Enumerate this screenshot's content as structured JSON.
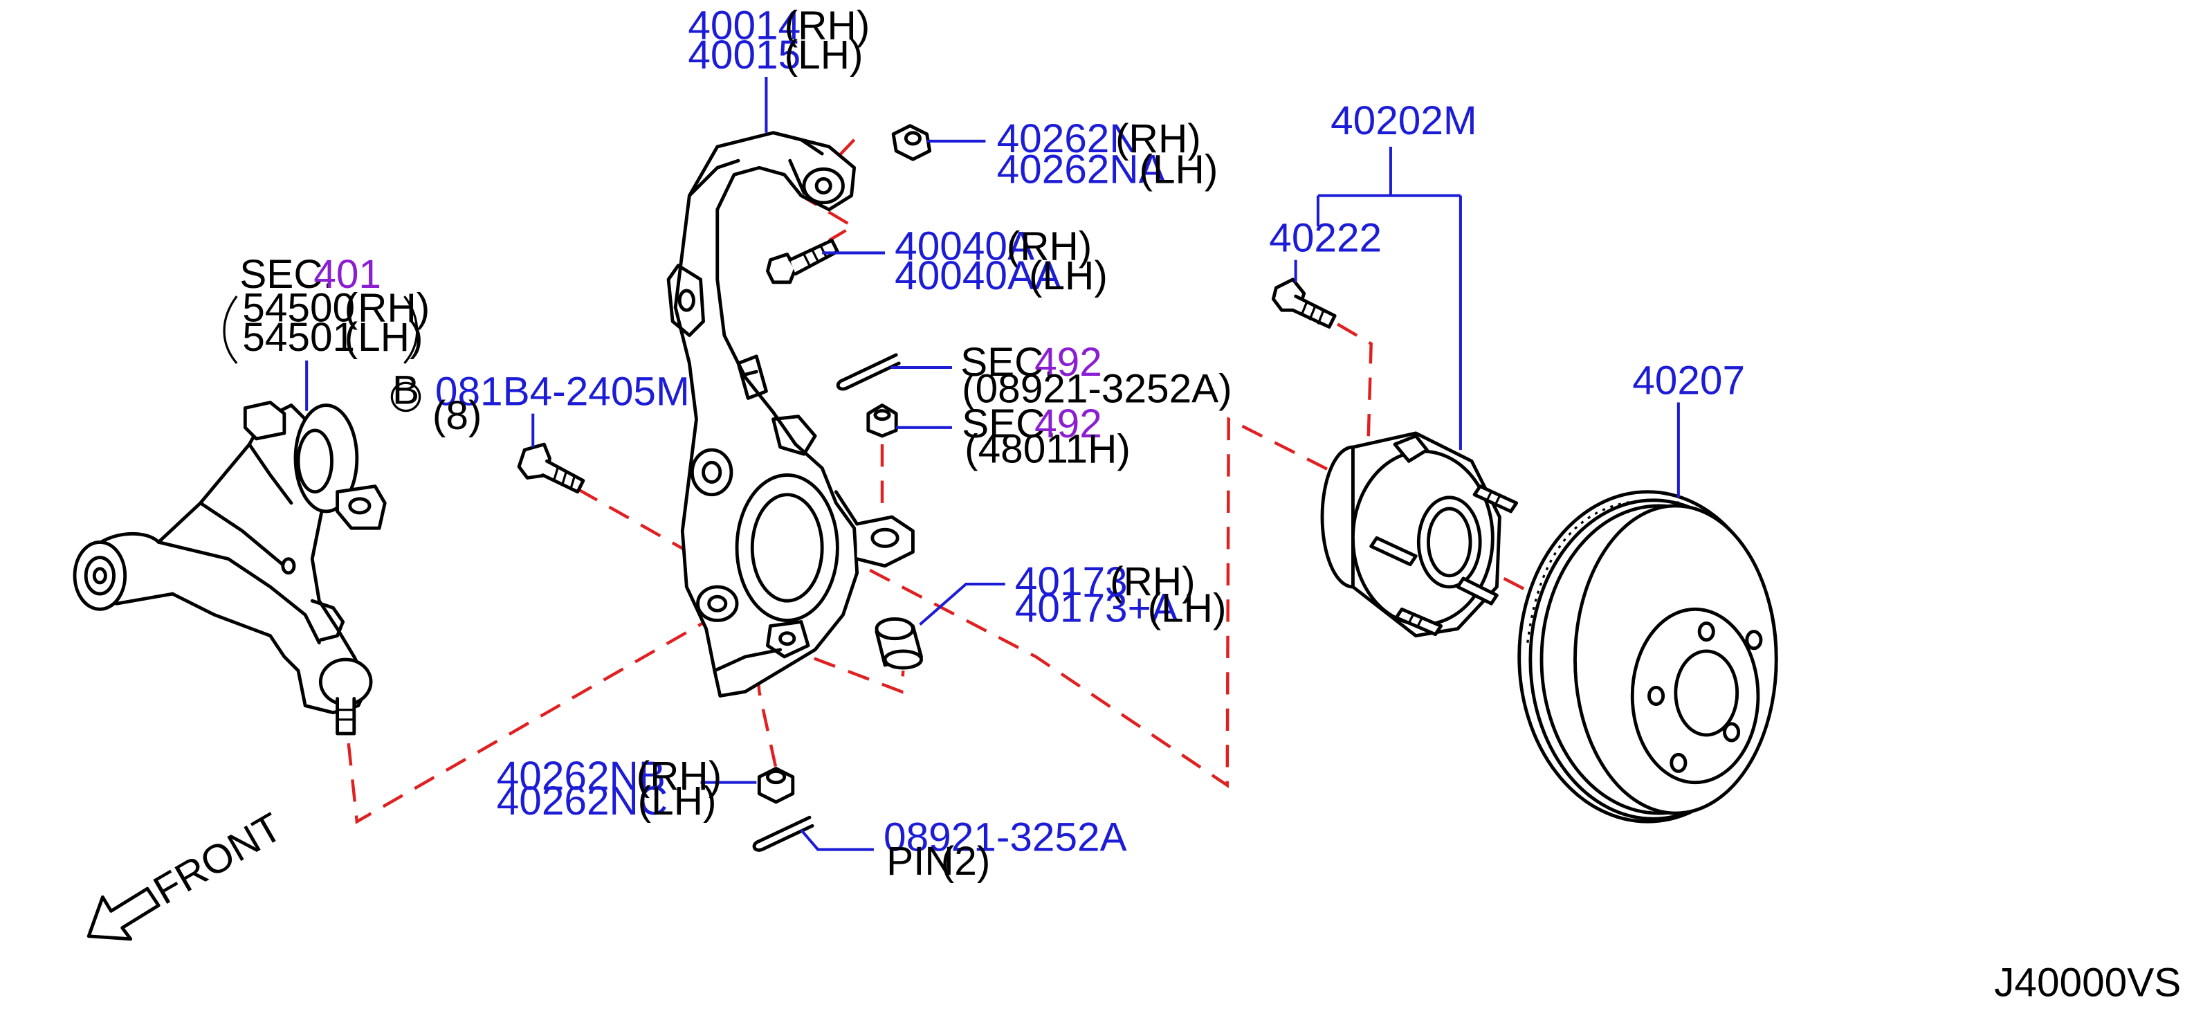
{
  "diagram_code": "J40000VS",
  "front_label": "FRONT",
  "callouts": {
    "knuckle": {
      "num1": "40014",
      "side1": "(RH)",
      "num2": "40015",
      "side2": "(LH)"
    },
    "knuckle_nut": {
      "num1": "40262N",
      "side1": "(RH)",
      "num2": "40262NA",
      "side2": "(LH)"
    },
    "knuckle_bolt": {
      "num1": "40040A",
      "side1": "(RH)",
      "num2": "40040AA",
      "side2": "(LH)"
    },
    "lower_arm": {
      "sec_prefix": "SEC.",
      "sec_num": "401",
      "num1": "54500",
      "side1": "(RH)",
      "num2": "54501",
      "side2": "(LH)"
    },
    "arm_bolt": {
      "circle": "B",
      "num": "081B4-2405M",
      "qty": "(8)"
    },
    "cotter_pin_top": {
      "sec_prefix": "SEC.",
      "sec_num": "492",
      "sub": "(08921-3252A)"
    },
    "tie_rod_nut": {
      "sec_prefix": "SEC.",
      "sec_num": "492",
      "sub": "(48011H)"
    },
    "boot": {
      "num1": "40173",
      "side1": "(RH)",
      "num2": "40173+A",
      "side2": "(LH)"
    },
    "ball_nut": {
      "num1": "40262NB",
      "side1": "(RH)",
      "num2": "40262NC",
      "side2": "(LH)"
    },
    "cotter_pin_bottom": {
      "num": "08921-3252A",
      "name": "PIN",
      "qty": "(2)"
    },
    "hub": {
      "num": "40202M"
    },
    "hub_bolt": {
      "num": "40222"
    },
    "rotor": {
      "num": "40207"
    }
  },
  "colors": {
    "part_number": "#1c1cd6",
    "section_ref": "#8a1ed0",
    "dashed_line": "#e02020",
    "outline": "#000000"
  }
}
